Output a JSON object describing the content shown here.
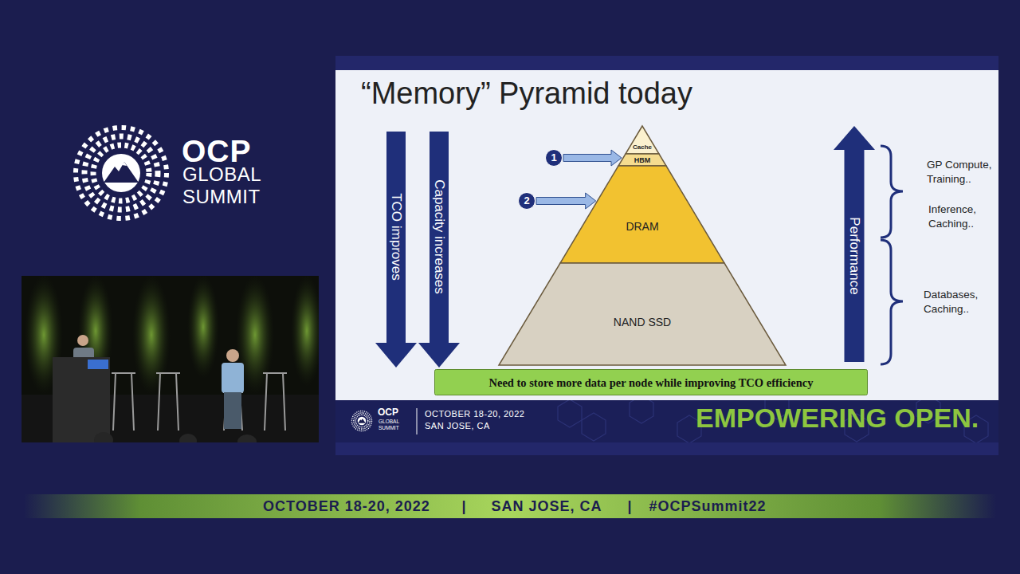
{
  "diagram": {
    "title": "“Memory” Pyramid today",
    "nodes": [
      {
        "text": [
          "TCO improves"
        ]
      },
      {
        "text": [
          "Capacity increases"
        ]
      },
      {
        "text": [
          "1"
        ]
      },
      {
        "text": [
          "Cache"
        ]
      },
      {
        "text": [
          "HBM"
        ]
      },
      {
        "text": [
          "2"
        ]
      },
      {
        "text": [
          "DRAM"
        ]
      },
      {
        "text": [
          "NAND SSD"
        ]
      },
      {
        "text": [
          "Performance"
        ]
      },
      {
        "text": [
          "Need to store more data per node while improving TCO efficiency"
        ]
      }
    ],
    "edges": [
      {
        "from": 2,
        "to": 4,
        "arrow": "to"
      },
      {
        "from": 5,
        "to": 6,
        "arrow": "to"
      }
    ],
    "labels": [
      "OCP",
      "GLOBAL",
      "SUMMIT",
      "GP Compute, Training..",
      "Inference, Caching..",
      "Databases, Caching..",
      "OCP",
      "GLOBAL",
      "SUMMIT",
      "OCTOBER 18-20, 2022",
      "SAN JOSE, CA",
      "EMPOWERING OPEN.",
      "OCTOBER 18-20, 2022",
      "|",
      "SAN JOSE, CA",
      "|",
      "#OCPSummit22"
    ]
  }
}
